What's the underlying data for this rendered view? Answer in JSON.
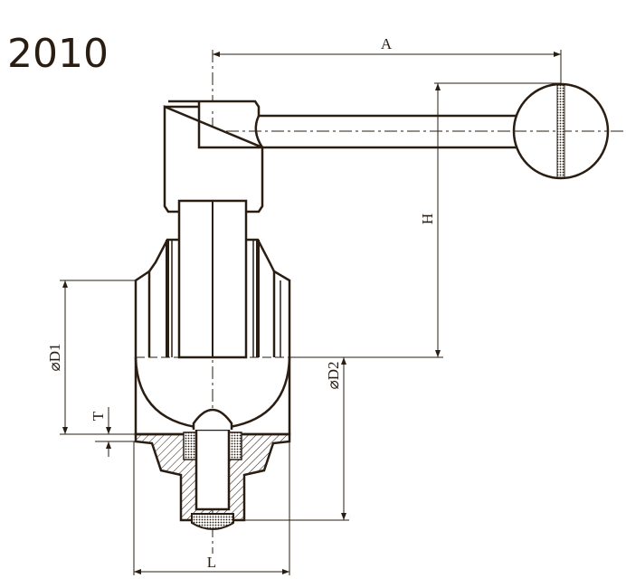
{
  "title": "2010",
  "dimensions": {
    "A": "A",
    "H": "H",
    "D1": "⌀D1",
    "D2": "⌀D2",
    "T": "T",
    "L": "L"
  },
  "colors": {
    "line": "#2a1d12",
    "background": "#ffffff"
  }
}
